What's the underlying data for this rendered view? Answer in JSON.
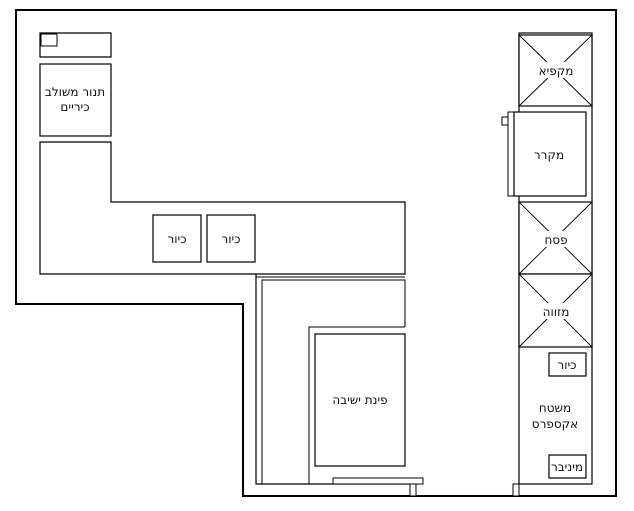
{
  "plan": {
    "colors": {
      "line": "#000000",
      "fill": "#ffffff",
      "text": "#111111"
    },
    "labels": {
      "combo_oven_line1": "תנור משולב",
      "combo_oven_line2": "כיריים",
      "sink_left": "כיור",
      "sink_right": "כיור",
      "seating_area": "פינת ישיבה",
      "freezer": "מקפיא",
      "refrigerator": "מקרר",
      "pantry": "פסח",
      "dairy": "מזווה",
      "sink_express": "כיור",
      "express_counter_line1": "משטח",
      "express_counter_line2": "אקספרס",
      "minibar": "מיניבר"
    }
  }
}
